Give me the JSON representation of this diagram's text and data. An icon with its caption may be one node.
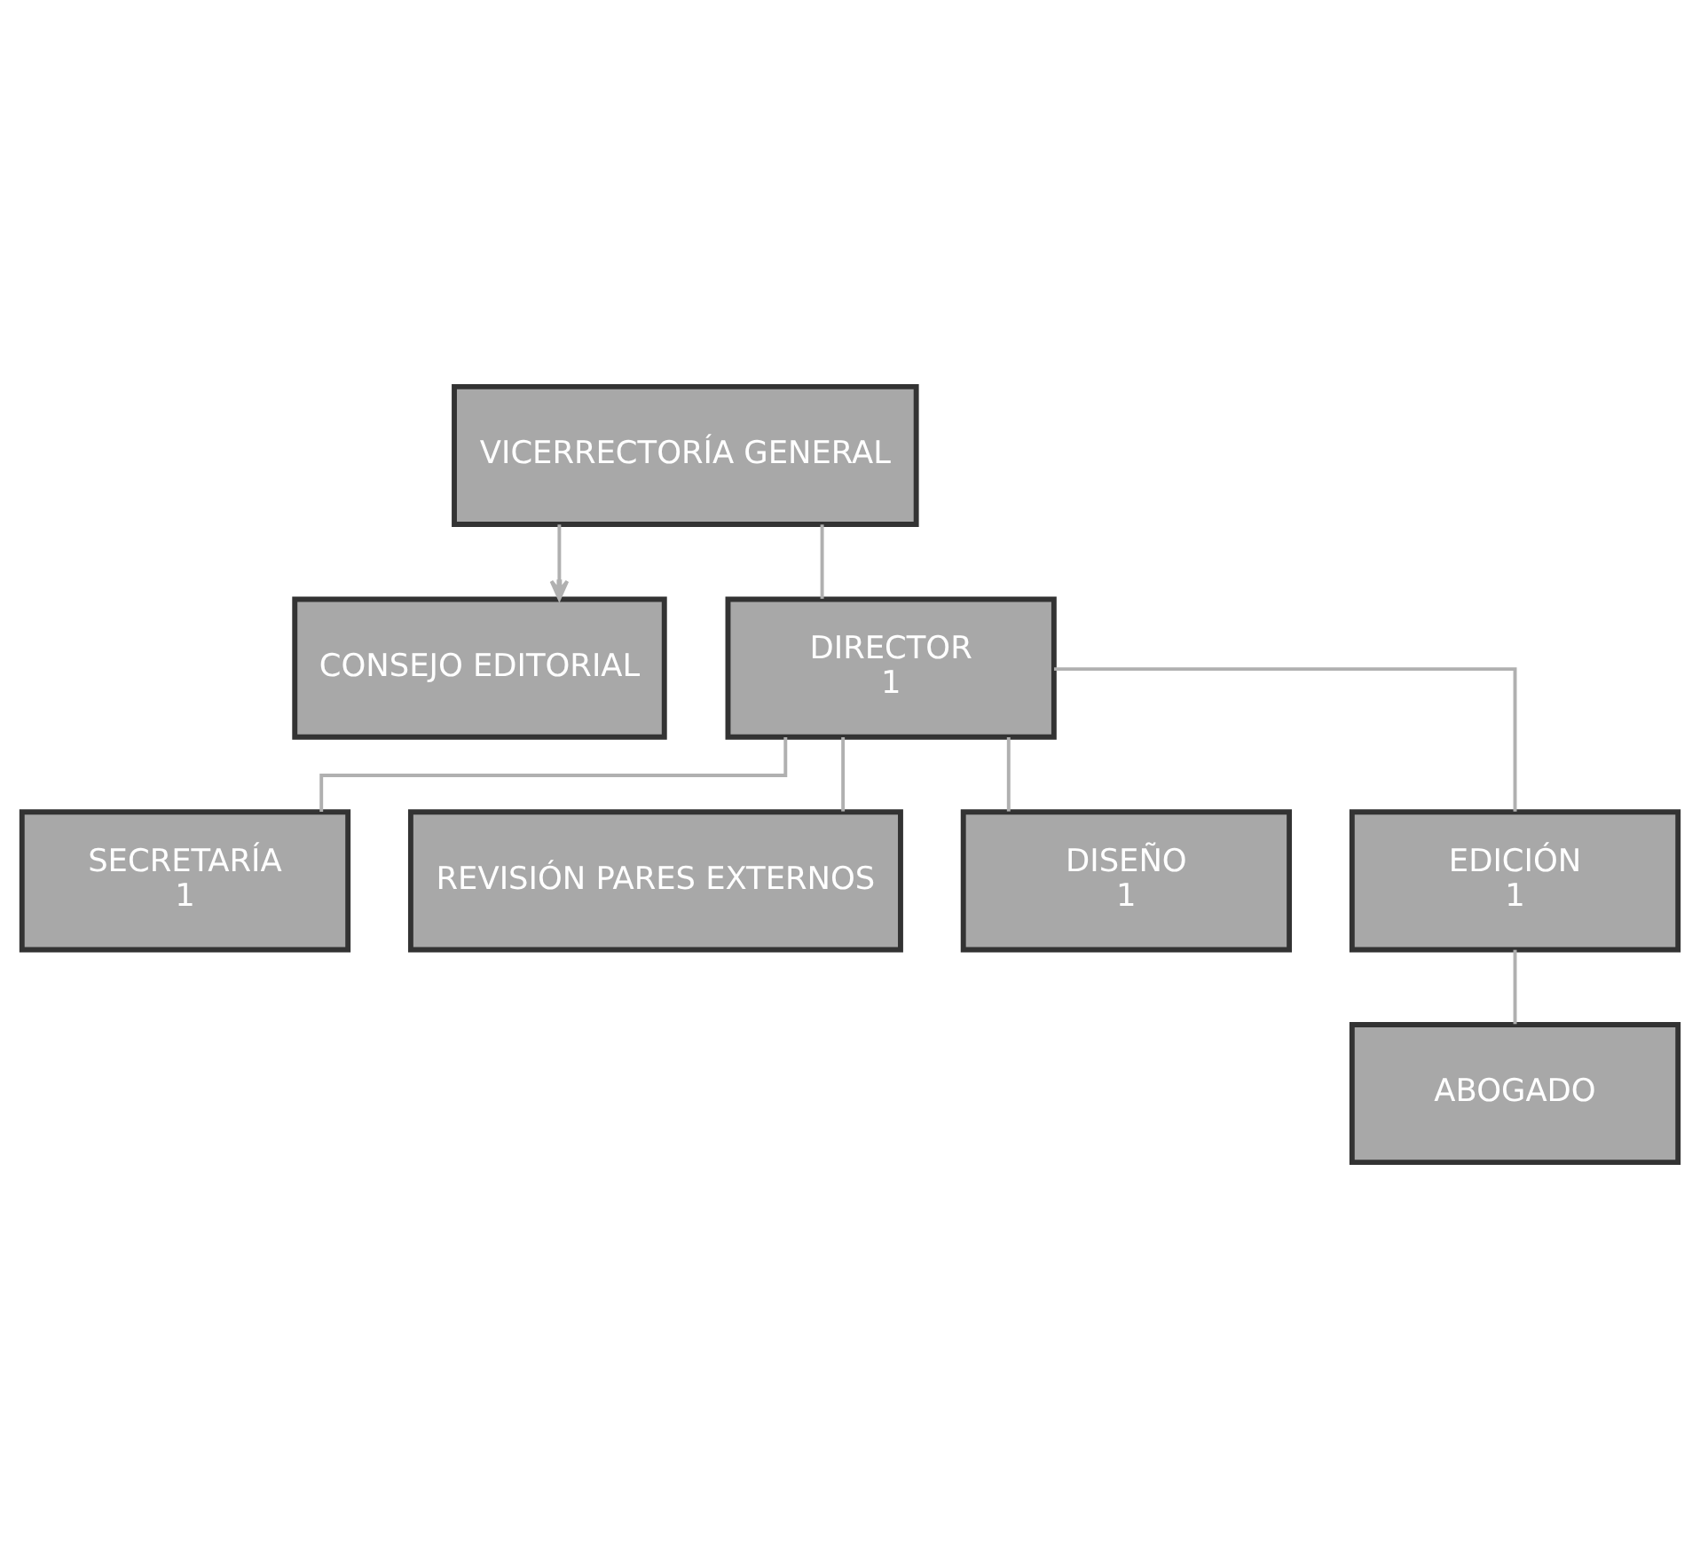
{
  "diagram": {
    "nodes": [
      {
        "text": [
          "VICERRECTORÍA GENERAL"
        ]
      },
      {
        "text": [
          "CONSEJO EDITORIAL"
        ]
      },
      {
        "text": [
          "DIRECTOR",
          "1"
        ]
      },
      {
        "text": [
          "SECRETARÍA",
          "1"
        ]
      },
      {
        "text": [
          "REVISIÓN PARES EXTERNOS"
        ]
      },
      {
        "text": [
          "DISEÑO",
          "1"
        ]
      },
      {
        "text": [
          "EDICIÓN",
          "1"
        ]
      },
      {
        "text": [
          "ABOGADO"
        ]
      }
    ],
    "edges": [
      {
        "from": 0,
        "to": 2,
        "arrow": "none"
      },
      {
        "from": 0,
        "to": 1,
        "arrow": "to"
      },
      {
        "from": 2,
        "to": 3,
        "arrow": "none"
      },
      {
        "from": 2,
        "to": 4,
        "arrow": "none"
      },
      {
        "from": 2,
        "to": 5,
        "arrow": "none"
      },
      {
        "from": 2,
        "to": 6,
        "arrow": "none"
      },
      {
        "from": 6,
        "to": 7,
        "arrow": "none"
      }
    ]
  }
}
